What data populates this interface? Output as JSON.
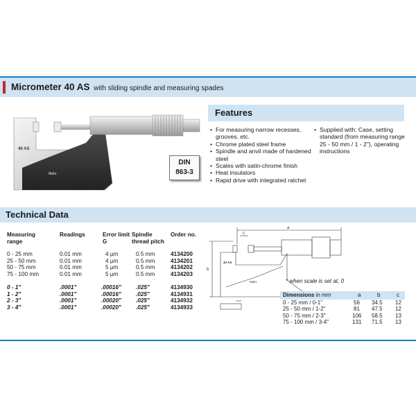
{
  "header": {
    "title_bold": "Micrometer 40 AS",
    "title_sub": "with sliding spindle and measuring spades"
  },
  "features": {
    "heading": "Features",
    "left_items": [
      "For measuring narrow recesses, grooves, etc.",
      "Chrome plated steel frame",
      "Spindle and anvil made of hardened steel",
      "Scales with satin-chrome finish",
      "Heat insulators",
      "Rapid drive with integrated ratchet"
    ],
    "right_items": [
      "Supplied with: Case, setting standard (from measuring range 25 - 50 mm / 1 - 2\"), operating instructions"
    ]
  },
  "din_badge": {
    "line1": "DIN",
    "line2": "863-3"
  },
  "product_image": {
    "frame_text": "40 AS",
    "brand": "Mahr"
  },
  "technical": {
    "heading": "Technical Data",
    "columns": {
      "range": "Measuring range",
      "readings": "Readings",
      "error": "Error limit G",
      "pitch": "Spindle thread pitch",
      "order": "Order no."
    },
    "metric_rows": [
      {
        "range": "0 -   25 mm",
        "reading": "0.01 mm",
        "error": "4 µm",
        "pitch": "0.5 mm",
        "order": "4134200"
      },
      {
        "range": "25 -   50 mm",
        "reading": "0.01 mm",
        "error": "4 µm",
        "pitch": "0.5 mm",
        "order": "4134201"
      },
      {
        "range": "50 -   75 mm",
        "reading": "0.01 mm",
        "error": "5 µm",
        "pitch": "0.5 mm",
        "order": "4134202"
      },
      {
        "range": "75 - 100 mm",
        "reading": "0.01 mm",
        "error": "5 µm",
        "pitch": "0.5 mm",
        "order": "4134203"
      }
    ],
    "inch_rows": [
      {
        "range": "0 -   1\"",
        "reading": ".0001\"",
        "error": ".00016\"",
        "pitch": ".025\"",
        "order": "4134930"
      },
      {
        "range": "1 -   2\"",
        "reading": ".0001\"",
        "error": ".00016\"",
        "pitch": ".025\"",
        "order": "4134931"
      },
      {
        "range": "2 -   3\"",
        "reading": ".0001\"",
        "error": ".00020\"",
        "pitch": ".025\"",
        "order": "4134932"
      },
      {
        "range": "3 -   4\"",
        "reading": ".0001\"",
        "error": ".00020\"",
        "pitch": ".025\"",
        "order": "4134933"
      }
    ]
  },
  "drawing": {
    "note": "* when scale is set at, 0",
    "labels": {
      "a": "a",
      "b": "b",
      "c": "c",
      "frame": "40 AS",
      "brand": "Mahr"
    }
  },
  "dimensions": {
    "heading": "Dimensions",
    "unit": "in mm",
    "cols": [
      "a",
      "b",
      "c"
    ],
    "rows": [
      {
        "range": "0 -   25 mm / 0-1\"",
        "a": "56",
        "b": "34.5",
        "c": "12"
      },
      {
        "range": "25 -   50 mm / 1-2\"",
        "a": "81",
        "b": "47.5",
        "c": "12"
      },
      {
        "range": "50 -   75 mm / 2-3\"",
        "a": "106",
        "b": "58.5",
        "c": "13"
      },
      {
        "range": "75 - 100 mm / 3-4\"",
        "a": "131",
        "b": "71.5",
        "c": "13"
      }
    ]
  },
  "colors": {
    "accent": "#0e7fc0",
    "band": "#cfe3f3",
    "red": "#c0282e"
  }
}
